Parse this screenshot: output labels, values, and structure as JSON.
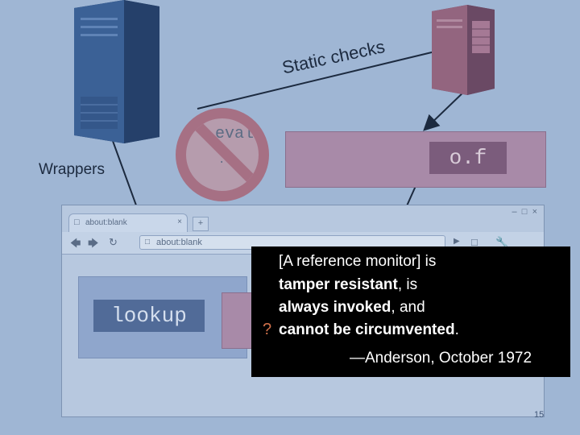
{
  "labels": {
    "static_checks": "Static checks",
    "wrappers": "Wrappers",
    "eval": "eval",
    "eval_dots": "..",
    "of": "o.f",
    "lookup": "lookup"
  },
  "browser": {
    "tab_title": "about:blank",
    "address": "about:blank"
  },
  "quote": {
    "line1": "[A reference monitor] is",
    "line2_bold": "tamper resistant",
    "line2_rest": ", is",
    "line3_bold": "always invoked",
    "line3_rest": ", and",
    "line4_bold": "cannot be circumvented",
    "line4_rest": ".",
    "attribution": "—Anderson, October 1972",
    "question_mark": "?"
  },
  "slide_number": "15",
  "colors": {
    "background": "#9fb6d4",
    "server_blue": "#3a5f93",
    "server_red": "#8f5f7c",
    "eval_ring": "#a67084",
    "quote_box": "#000000",
    "question": "#d0704a"
  }
}
